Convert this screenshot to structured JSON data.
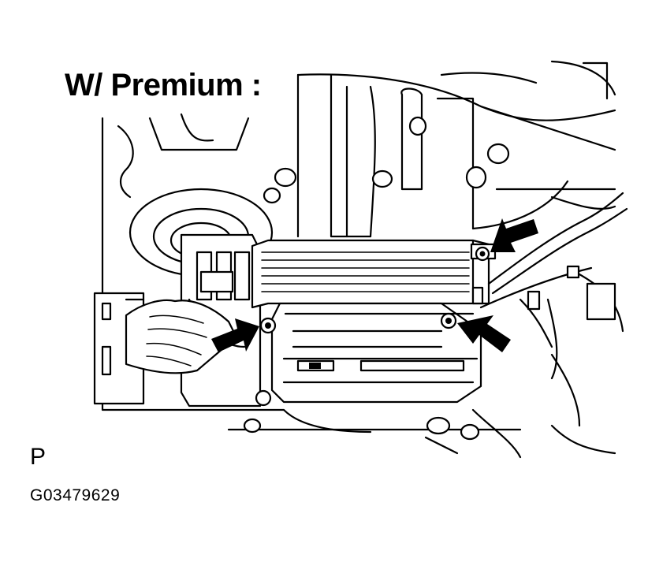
{
  "diagram": {
    "title": "W/ Premium :",
    "view_letter": "P",
    "figure_code": "G03479629"
  },
  "colors": {
    "line": "#000000",
    "background": "#ffffff"
  }
}
